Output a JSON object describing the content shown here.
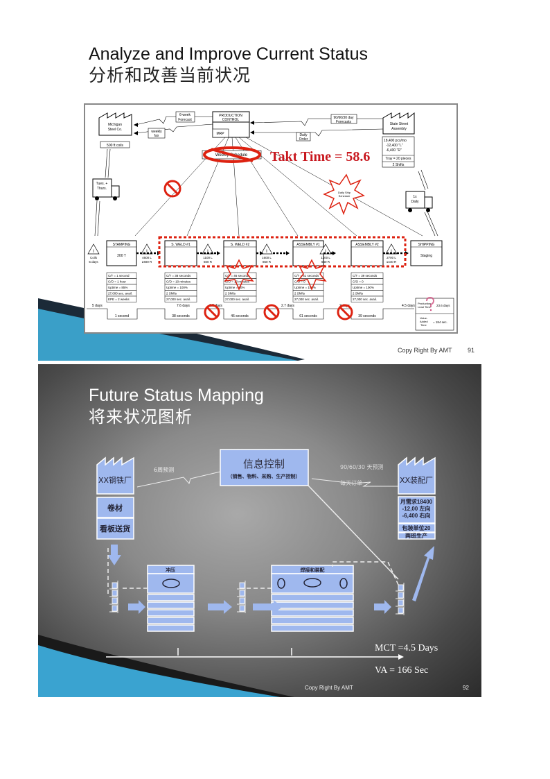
{
  "slide1": {
    "title": "Analyze and Improve Current Status",
    "title_cn": "分析和改善当前状况",
    "footer": "Copy Right By AMT",
    "page": "91",
    "supplier": {
      "name_1": "Michigan",
      "name_2": "Steel Co.",
      "shipment": "500 ft coils"
    },
    "customer": {
      "name_1": "State Street",
      "name_2": "Assembly",
      "data": [
        "18,400 pcs/mo",
        "-12,400 \"L\"",
        "-6,400 \"R\"",
        "Tray = 20 pieces",
        "2 Shifts"
      ]
    },
    "control": {
      "title_1": "PRODUCTION",
      "title_2": "CONTROL",
      "mrp": "MRP"
    },
    "info": {
      "forecast_8w_1": "6-week",
      "forecast_8w_2": "Forecast",
      "fax_1": "weekly",
      "fax_2": "fax",
      "forecast_cust_1": "90/60/30 day",
      "forecast_cust_2": "Forecasts",
      "order_1": "Daily",
      "order_2": "Order",
      "weekly_schedule": "Weekly Schedule",
      "daily_schedule_1": "Daily Ship",
      "daily_schedule_2": "Schedule"
    },
    "takt": "Takt Time = 58.6",
    "trucks": {
      "in_1": "Tues. +",
      "in_2": "Thurs.",
      "out_1": "1x",
      "out_2": "Daily"
    },
    "processes": [
      {
        "name": "STAMPING",
        "sub": "200 T",
        "data": [
          "C/T = 1 second",
          "C/O = 1 hour",
          "Uptime = 85%",
          "27,000 sec. avail.",
          "EPE = 2 weeks"
        ]
      },
      {
        "name": "S. WELD #1",
        "sub": "",
        "data": [
          "C/T = 38 seconds",
          "C/O = 10 minutes",
          "Uptime = 100%",
          "2 Shifts",
          "27,000 sec. avail."
        ]
      },
      {
        "name": "S. WELD #2",
        "sub": "",
        "data": [
          "C/T = 46 seconds",
          "C/O = 10 minutes",
          "Uptime = 80%",
          "2 Shifts",
          "27,000 sec. avail."
        ]
      },
      {
        "name": "ASSEMBLY #1",
        "sub": "",
        "data": [
          "C/T = 61 seconds",
          "C/O = 0",
          "Uptime = 100%",
          "2 Shifts",
          "27,000 sec. avail."
        ]
      },
      {
        "name": "ASSEMBLY #2",
        "sub": "",
        "data": [
          "C/T = 39 seconds",
          "C/O = 0",
          "Uptime = 100%",
          "2 Shifts",
          "27,000 sec. avail."
        ]
      },
      {
        "name": "SHIPPING",
        "sub": "Staging",
        "data": []
      }
    ],
    "inventory": [
      {
        "l1": "Coils",
        "l2": "5 days"
      },
      {
        "l1": "4600 L",
        "l2": "2400 R"
      },
      {
        "l1": "1100 L",
        "l2": "600 R"
      },
      {
        "l1": "1600 L",
        "l2": "850 R"
      },
      {
        "l1": "1200 L",
        "l2": "640 R"
      },
      {
        "l1": "2700 L",
        "l2": "1440 R"
      }
    ],
    "timeline": {
      "lead": [
        "5 days",
        "7.6 days",
        "1.8 days",
        "2.7 days",
        "2 days",
        "4.5 days"
      ],
      "process": [
        "1 second",
        "38 seconds",
        "46 seconds",
        "61 seconds",
        "39 seconds"
      ],
      "lead_label_1": "Production",
      "lead_label_2": "Lead Time",
      "lead_total": "23.6 days",
      "va_label_1": "Value-",
      "va_label_2": "Added",
      "va_label_3": "Time",
      "va_total": "= 184 sec."
    }
  },
  "slide2": {
    "title": "Future Status Mapping",
    "title_cn": "将来状况图析",
    "footer": "Copy Right By AMT",
    "page": "92",
    "control_title": "信息控制",
    "control_sub": "（销售、物料、采购、生产控制）",
    "supplier": "XX钢铁厂",
    "supplier_items": [
      "卷材",
      "看板送货"
    ],
    "customer": "XX装配厂",
    "customer_items": [
      "月需求18400",
      "-12,00 左向",
      "-6,400 右向",
      "包装单位20",
      "两班生产"
    ],
    "forecast_supplier": "6周预测",
    "forecast_customer": "90/60/30 天预测",
    "daily_order": "每天订单",
    "process1": "冲压",
    "process2": "焊接和装配",
    "mct": "MCT =4.5 Days",
    "va": "VA = 166 Sec"
  }
}
